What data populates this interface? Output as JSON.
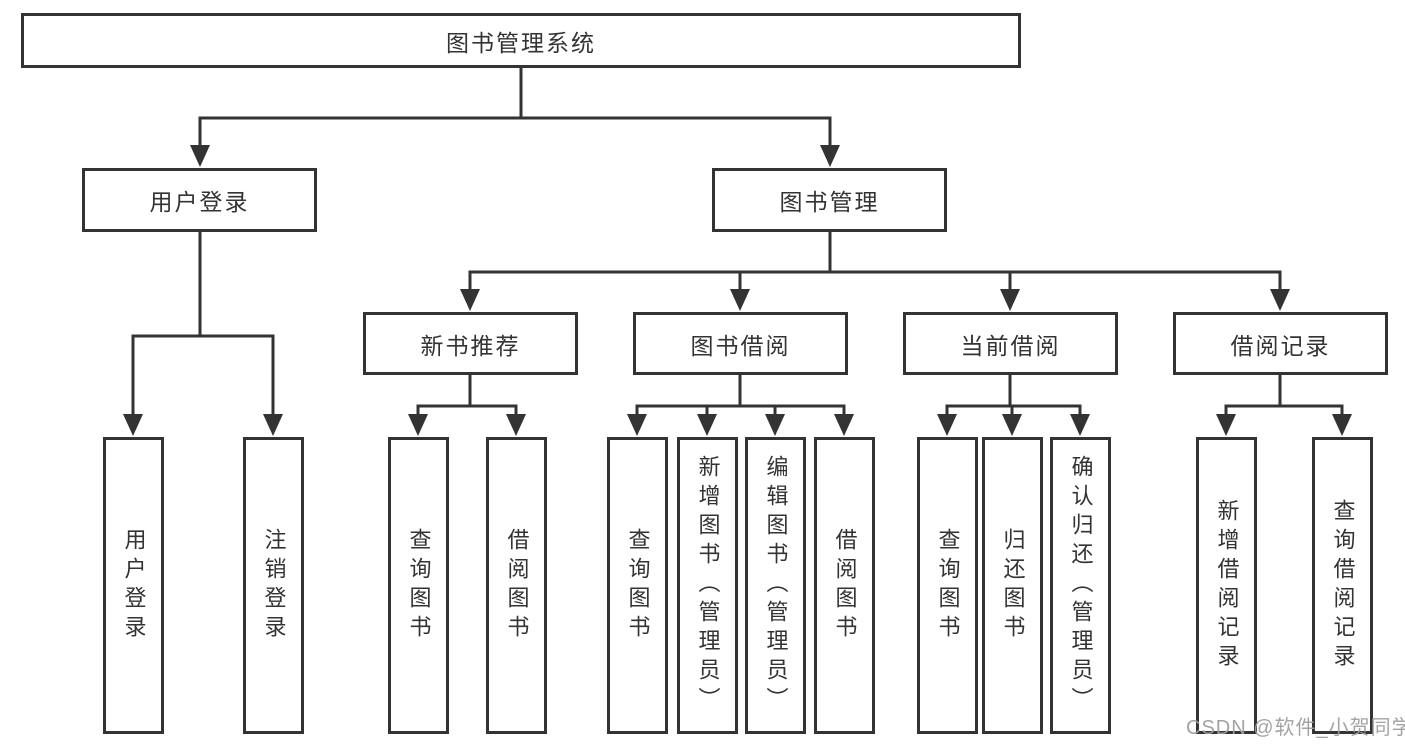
{
  "diagram": {
    "title": "图书管理系统",
    "tree": {
      "label": "图书管理系统",
      "children": [
        {
          "label": "用户登录",
          "children": [
            {
              "label": "用户登录"
            },
            {
              "label": "注销登录"
            }
          ]
        },
        {
          "label": "图书管理",
          "children": [
            {
              "label": "新书推荐",
              "children": [
                {
                  "label": "查询图书"
                },
                {
                  "label": "借阅图书"
                }
              ]
            },
            {
              "label": "图书借阅",
              "children": [
                {
                  "label": "查询图书"
                },
                {
                  "label": "新增图书（管理员）"
                },
                {
                  "label": "编辑图书（管理员）"
                },
                {
                  "label": "借阅图书"
                }
              ]
            },
            {
              "label": "当前借阅",
              "children": [
                {
                  "label": "查询图书"
                },
                {
                  "label": "归还图书"
                },
                {
                  "label": "确认归还（管理员）"
                }
              ]
            },
            {
              "label": "借阅记录",
              "children": [
                {
                  "label": "新增借阅记录"
                },
                {
                  "label": "查询借阅记录"
                }
              ]
            }
          ]
        }
      ]
    }
  },
  "watermark": {
    "text": "CSDN @软件_小贺同学"
  },
  "colors": {
    "line": "#333333",
    "box_border": "#333333",
    "text": "#333333",
    "watermark": "#9e9e9e",
    "background": "#ffffff"
  }
}
